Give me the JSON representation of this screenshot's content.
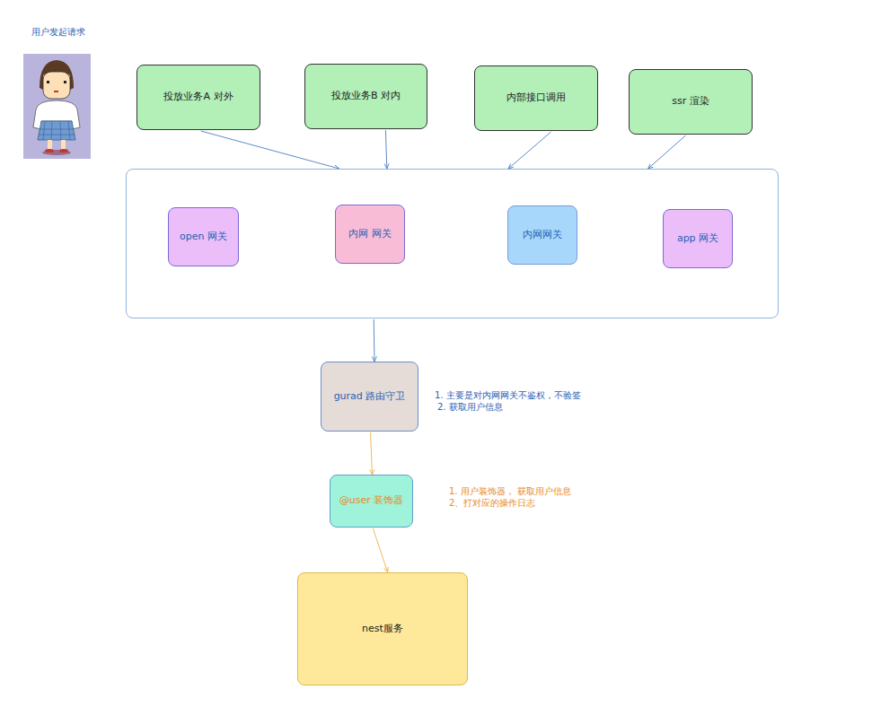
{
  "diagram": {
    "nodes": [
      {
        "text": [
          "投放业务A 对外"
        ]
      },
      {
        "text": [
          "投放业务B 对内"
        ]
      },
      {
        "text": [
          "内部接口调用"
        ]
      },
      {
        "text": [
          "ssr 渲染"
        ]
      },
      {
        "text": []
      },
      {
        "text": [
          "open 网关"
        ],
        "in": 4
      },
      {
        "text": [
          "内网 网关"
        ],
        "in": 4
      },
      {
        "text": [
          "内网网关"
        ],
        "in": 4
      },
      {
        "text": [
          "app 网关"
        ],
        "in": 4
      },
      {
        "text": [
          "gurad 路由守卫"
        ]
      },
      {
        "text": [
          "@user 装饰器"
        ]
      },
      {
        "text": [
          "nest服务"
        ]
      }
    ],
    "edges": [
      {
        "from": 0,
        "to": 4,
        "arrow": "to"
      },
      {
        "from": 1,
        "to": 4,
        "arrow": "to"
      },
      {
        "from": 2,
        "to": 4,
        "arrow": "to"
      },
      {
        "from": 3,
        "to": 4,
        "arrow": "to"
      },
      {
        "from": 4,
        "to": 9,
        "arrow": "to"
      },
      {
        "from": 9,
        "to": 10,
        "arrow": "to"
      },
      {
        "from": 10,
        "to": 11,
        "arrow": "to"
      }
    ],
    "labels": [
      "用户发起请求",
      "1. 主要是对内网网关不鉴权，不验签",
      "2. 获取用户信息",
      "1. 用户装饰器， 获取用户信息",
      "2、打对应的操作日志"
    ]
  }
}
